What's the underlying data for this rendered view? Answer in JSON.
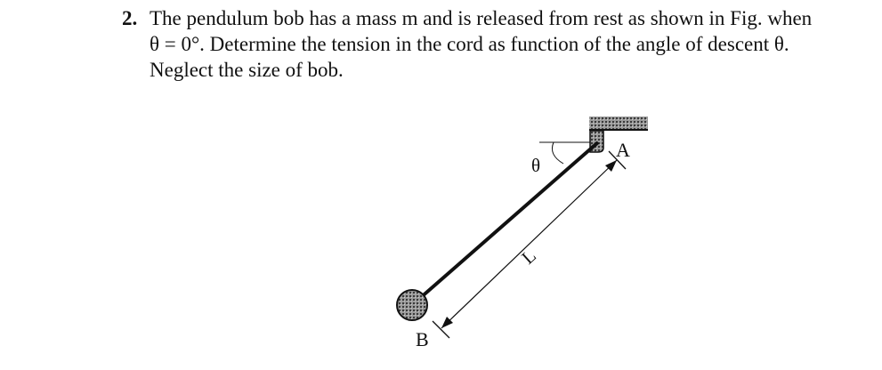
{
  "problem": {
    "number": "2.",
    "lines": [
      "The pendulum bob has a mass m and is released from rest as shown in Fig. when",
      "θ = 0°. Determine the tension in the cord as function of the angle of descent θ.",
      "Neglect the size of bob."
    ]
  },
  "figure": {
    "label_angle": "θ",
    "label_pivot": "A",
    "label_bob": "B",
    "label_length": "L"
  }
}
